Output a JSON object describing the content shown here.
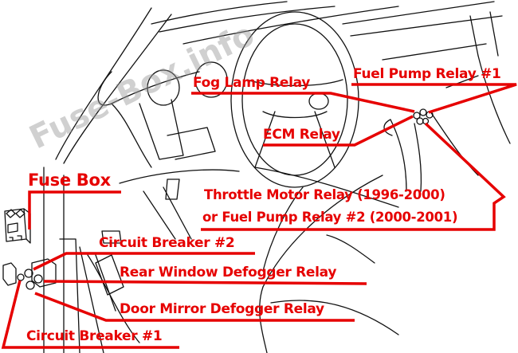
{
  "diagram": {
    "watermark": "Fuse-Box.info",
    "accent_color": "#e60000",
    "labels": {
      "fog_lamp_relay": "Fog Lamp Relay",
      "fuel_pump_relay_1": "Fuel Pump Relay #1",
      "ecm_relay": "ECM Relay",
      "fuse_box": "Fuse Box",
      "throttle_line1": "Throttle Motor Relay (1996-2000)",
      "throttle_line2": "or Fuel Pump Relay #2 (2000-2001)",
      "circuit_breaker_2": "Circuit Breaker  #2",
      "rear_window_defogger_relay": "Rear Window Defogger Relay",
      "door_mirror_defogger_relay": "Door Mirror Defogger Relay",
      "circuit_breaker_1": "Circuit Breaker  #1"
    }
  }
}
